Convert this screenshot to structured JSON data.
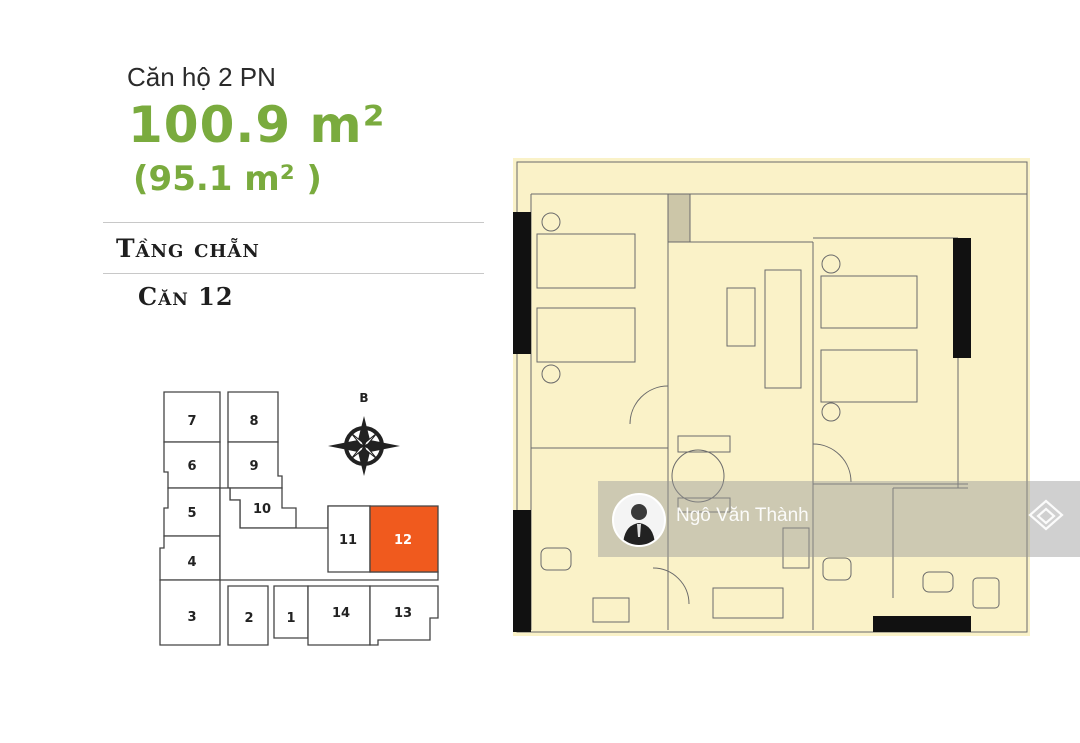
{
  "header": {
    "subtitle": "Căn hộ 2 PN",
    "area_main": "100.9 m²",
    "area_sub": "(95.1 m² )"
  },
  "info": {
    "floor_label": "Tầng chẵn",
    "unit_label": "Căn 12"
  },
  "keyplan": {
    "compass_label": "B",
    "highlight_color": "#f05a1e",
    "units": [
      "7",
      "8",
      "6",
      "9",
      "5",
      "10",
      "4",
      "11",
      "12",
      "3",
      "2",
      "1",
      "14",
      "13"
    ],
    "highlighted_unit": "12"
  },
  "colors": {
    "accent_green": "#7aab3e",
    "plan_fill": "#faf2c8"
  },
  "watermark": {
    "name": "Ngô Văn Thành",
    "logo_icon": "house-logo-icon"
  }
}
